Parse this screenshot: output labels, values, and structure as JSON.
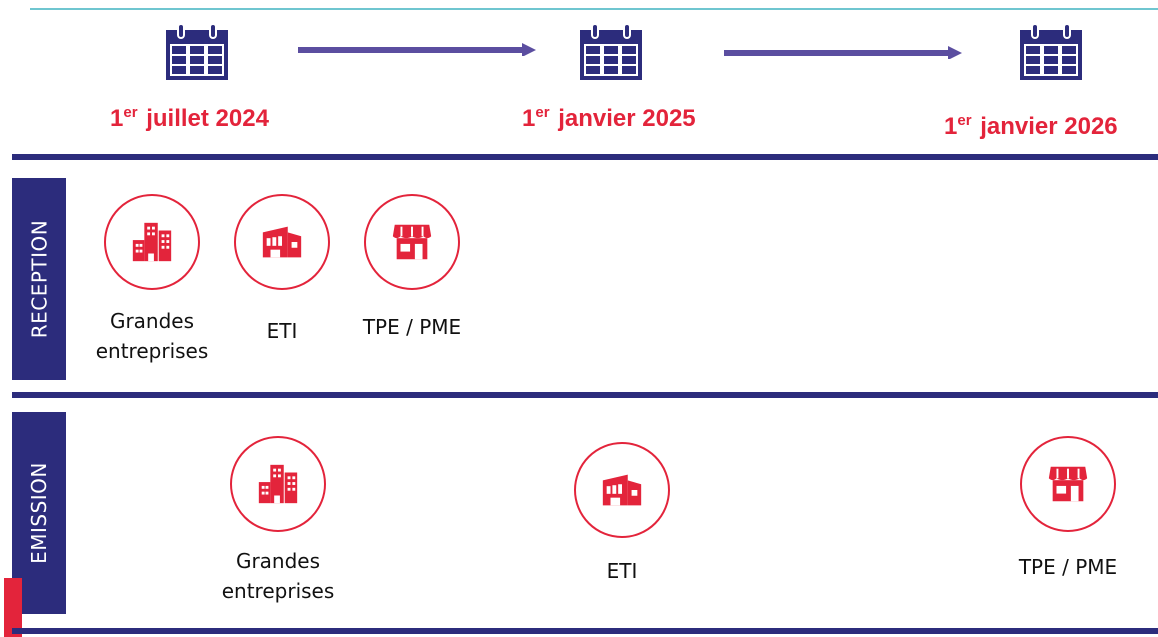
{
  "timeline": {
    "dates": [
      {
        "sup": "er",
        "day": "1",
        "text": "juillet 2024"
      },
      {
        "sup": "er",
        "day": "1",
        "text": "janvier 2025"
      },
      {
        "sup": "er",
        "day": "1",
        "text": "janvier 2026"
      }
    ]
  },
  "sections": {
    "reception": {
      "title": "RECEPTION",
      "items": [
        {
          "icon": "office-buildings-icon",
          "label_line1": "Grandes",
          "label_line2": "entreprises"
        },
        {
          "icon": "factory-icon",
          "label": "ETI"
        },
        {
          "icon": "shop-icon",
          "label": "TPE / PME"
        }
      ]
    },
    "emission": {
      "title": "EMISSION",
      "items": [
        {
          "icon": "office-buildings-icon",
          "label_line1": "Grandes",
          "label_line2": "entreprises"
        },
        {
          "icon": "factory-icon",
          "label": "ETI"
        },
        {
          "icon": "shop-icon",
          "label": "TPE / PME"
        }
      ]
    }
  },
  "colors": {
    "navy": "#2c2c7c",
    "accent_red": "#e3243b",
    "arrow": "#5b4ea0",
    "top_line": "#6fc6d0"
  }
}
